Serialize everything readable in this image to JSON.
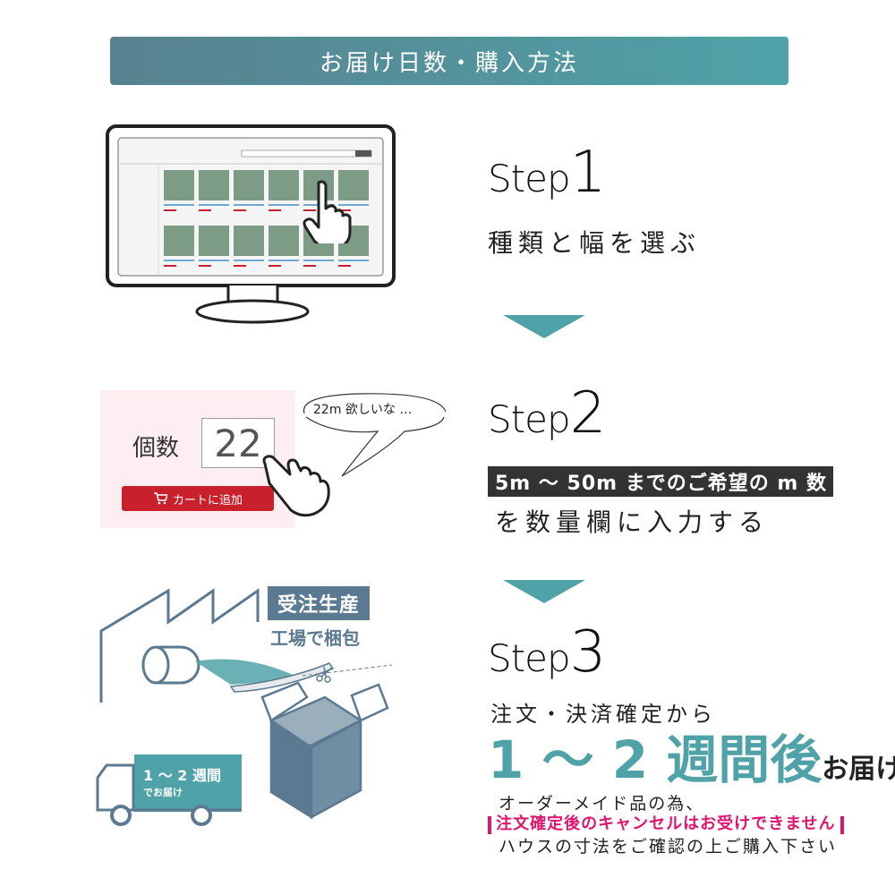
{
  "header": {
    "title": "お届け日数・購入方法"
  },
  "steps": [
    {
      "word": "Step",
      "num": "1",
      "label": "種類と幅を選ぶ"
    },
    {
      "word": "Step",
      "num": "2",
      "band": "5m 〜 50m までのご希望の m 数",
      "label": "を数量欄に入力する"
    },
    {
      "word": "Step",
      "num": "3",
      "line1": "注文・決済確定から",
      "big": "1 〜 2 週間後",
      "big_suffix": "お届け"
    }
  ],
  "note": {
    "line1": "オーダーメイド品の為、",
    "warning": "注文確定後のキャンセルはお受けできません",
    "line3": "ハウスの寸法をご確認の上ご購入下さい"
  },
  "step2_illustration": {
    "quantity_label": "個数",
    "quantity_value": "22",
    "cart_button": "カートに追加",
    "speech": "22m 欲しいな …"
  },
  "step3_illustration": {
    "badge1": "受注生産",
    "badge2": "工場で梱包",
    "truck_line1": "1 〜 2 週間",
    "truck_line2": "でお届け"
  },
  "colors": {
    "accent": "#4fa3a8",
    "header_start": "#58818f",
    "dark_blue": "#5b7a92",
    "red": "#c8202d",
    "pink": "#e0136e"
  }
}
